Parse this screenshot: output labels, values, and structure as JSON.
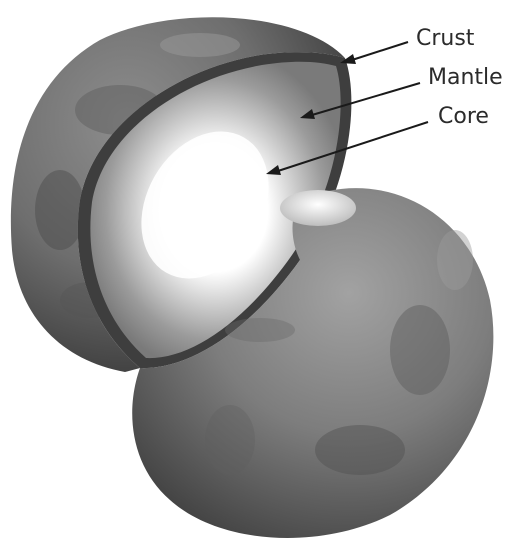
{
  "labels": {
    "crust": "Crust",
    "mantle": "Mantle",
    "core": "Core"
  },
  "colors": {
    "background": "#ffffff",
    "label_text": "#2b2b2b",
    "leader_line": "#1a1a1a",
    "surface_dark": "#3a3a3a",
    "surface_light": "#9a9a9a",
    "mantle_gray": "#8a8a8a",
    "core_white": "#ffffff",
    "polar_cap": "#f2f2f2"
  }
}
